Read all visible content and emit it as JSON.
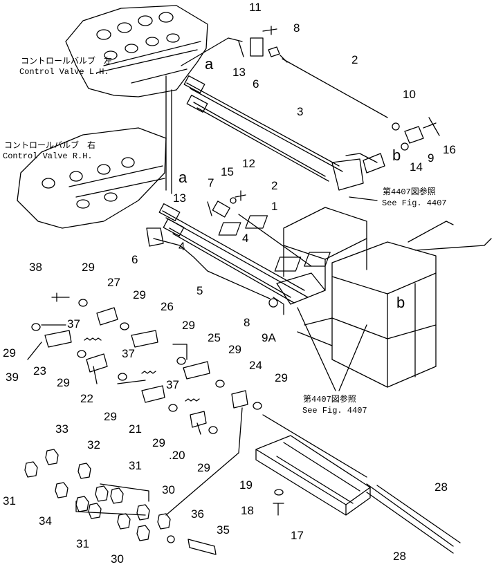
{
  "labels": {
    "cv_lh_jp": "コントロールバルブ　左",
    "cv_lh_en": "Control  Valve  L.H.",
    "cv_rh_jp": "コントロールバルブ　右",
    "cv_rh_en": "Control  Valve  R.H.",
    "see1_jp": "第4407図参照",
    "see1_en": "See Fig. 4407",
    "see2_jp": "第4407図参照",
    "see2_en": "See Fig. 4407"
  },
  "refs": {
    "a1": "a",
    "a2": "a",
    "b1": "b",
    "b2": "b"
  },
  "parts": {
    "p11": "11",
    "p8a": "8",
    "p2a": "2",
    "p13a": "13",
    "p6a": "6",
    "p10": "10",
    "p3": "3",
    "p16": "16",
    "p9a": "9",
    "p14": "14",
    "p15": "15",
    "p12": "12",
    "p7": "7",
    "p2b": "2",
    "p13b": "13",
    "p1": "1",
    "p4a": "4",
    "p4b": "4",
    "p6b": "6",
    "p5": "5",
    "p8b": "8",
    "p9A": "9A",
    "p38": "38",
    "p29a": "29",
    "p27": "27",
    "p29b": "29",
    "p26": "26",
    "p29c": "29",
    "p25": "25",
    "p37a": "37",
    "p29d": "29",
    "p39": "39",
    "p23": "23",
    "p29e": "29",
    "p37b": "37",
    "p29f": "29",
    "p22": "22",
    "p24": "24",
    "p29g": "29",
    "p37c": "37",
    "p29h": "29",
    "p21": "21",
    "p29i": "29",
    "p20": ".20",
    "p29j": "29",
    "p33": "33",
    "p32": "32",
    "p31a": "31",
    "p31b": "31",
    "p34": "34",
    "p31c": "31",
    "p30a": "30",
    "p30b": "30",
    "p36": "36",
    "p35": "35",
    "p19": "19",
    "p18": "18",
    "p17": "17",
    "p28a": "28",
    "p28b": "28"
  }
}
